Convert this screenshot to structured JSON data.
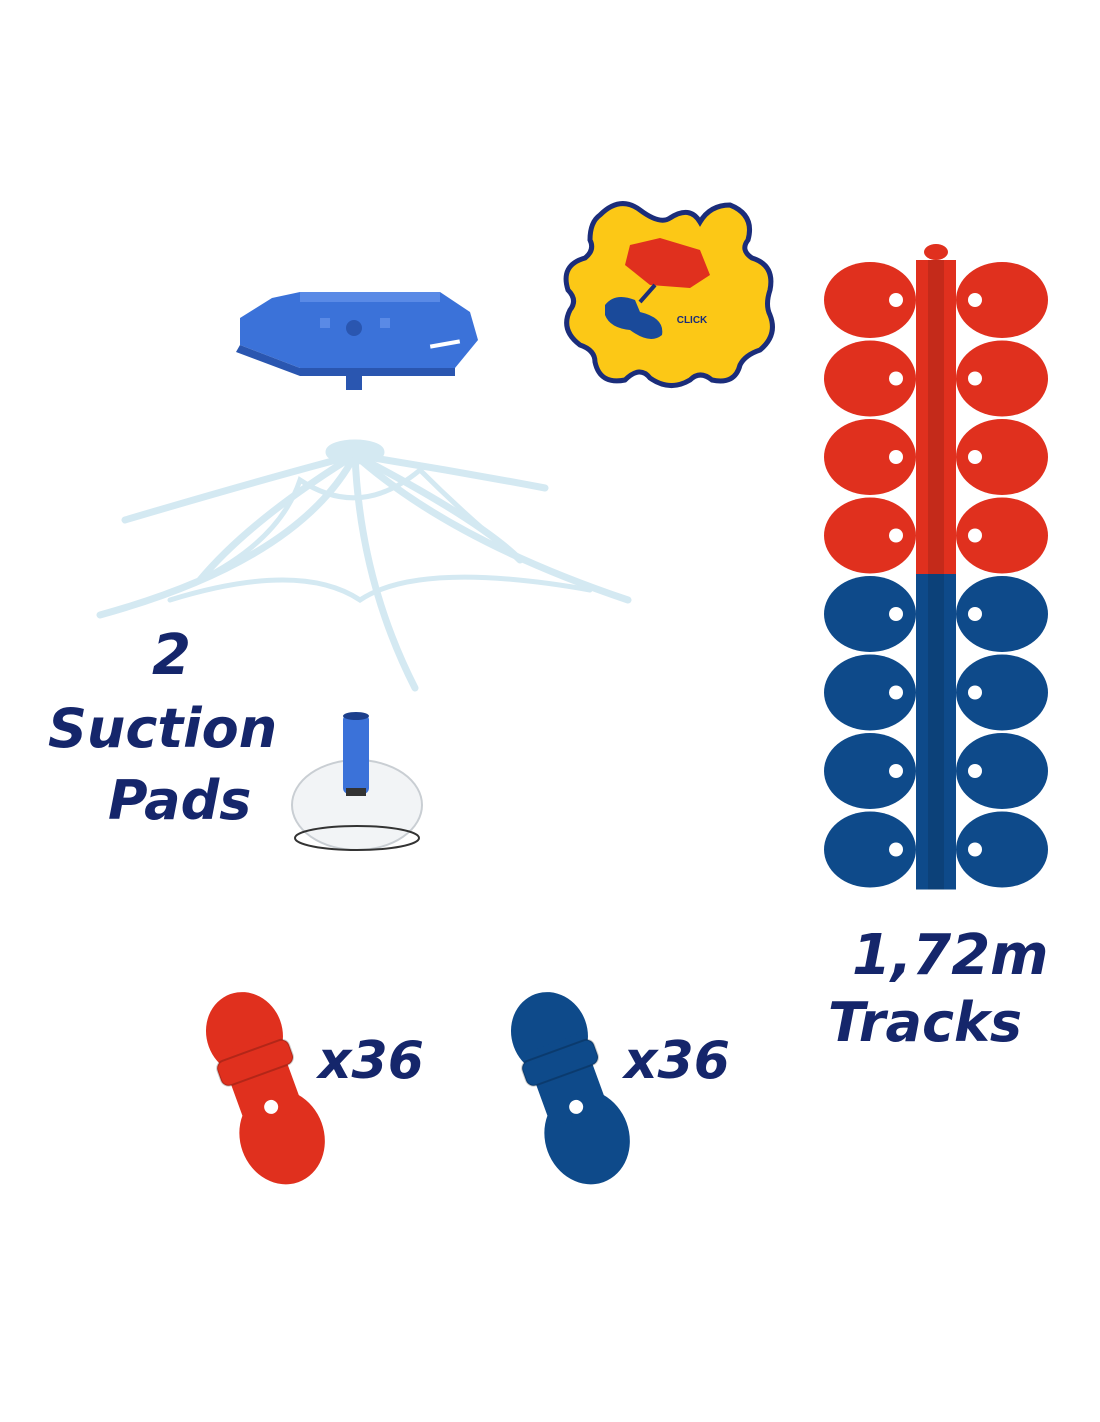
{
  "badge": {
    "text": "CLICK"
  },
  "suction": {
    "count": "2",
    "line1": "Suction",
    "line2": "Pads"
  },
  "tracks": {
    "length": "1,72m",
    "label": "Tracks",
    "red_segments": 4,
    "blue_segments": 4
  },
  "pieces": [
    {
      "color": "#e0301e",
      "qty": "x36"
    },
    {
      "color": "#0e4a8a",
      "qty": "x36"
    }
  ],
  "colors": {
    "text": "#15266b",
    "red": "#e0301e",
    "blue": "#0e4a8a",
    "plate": "#3b72d9",
    "web": "#d4e9f2",
    "badge": "#fcc816"
  }
}
